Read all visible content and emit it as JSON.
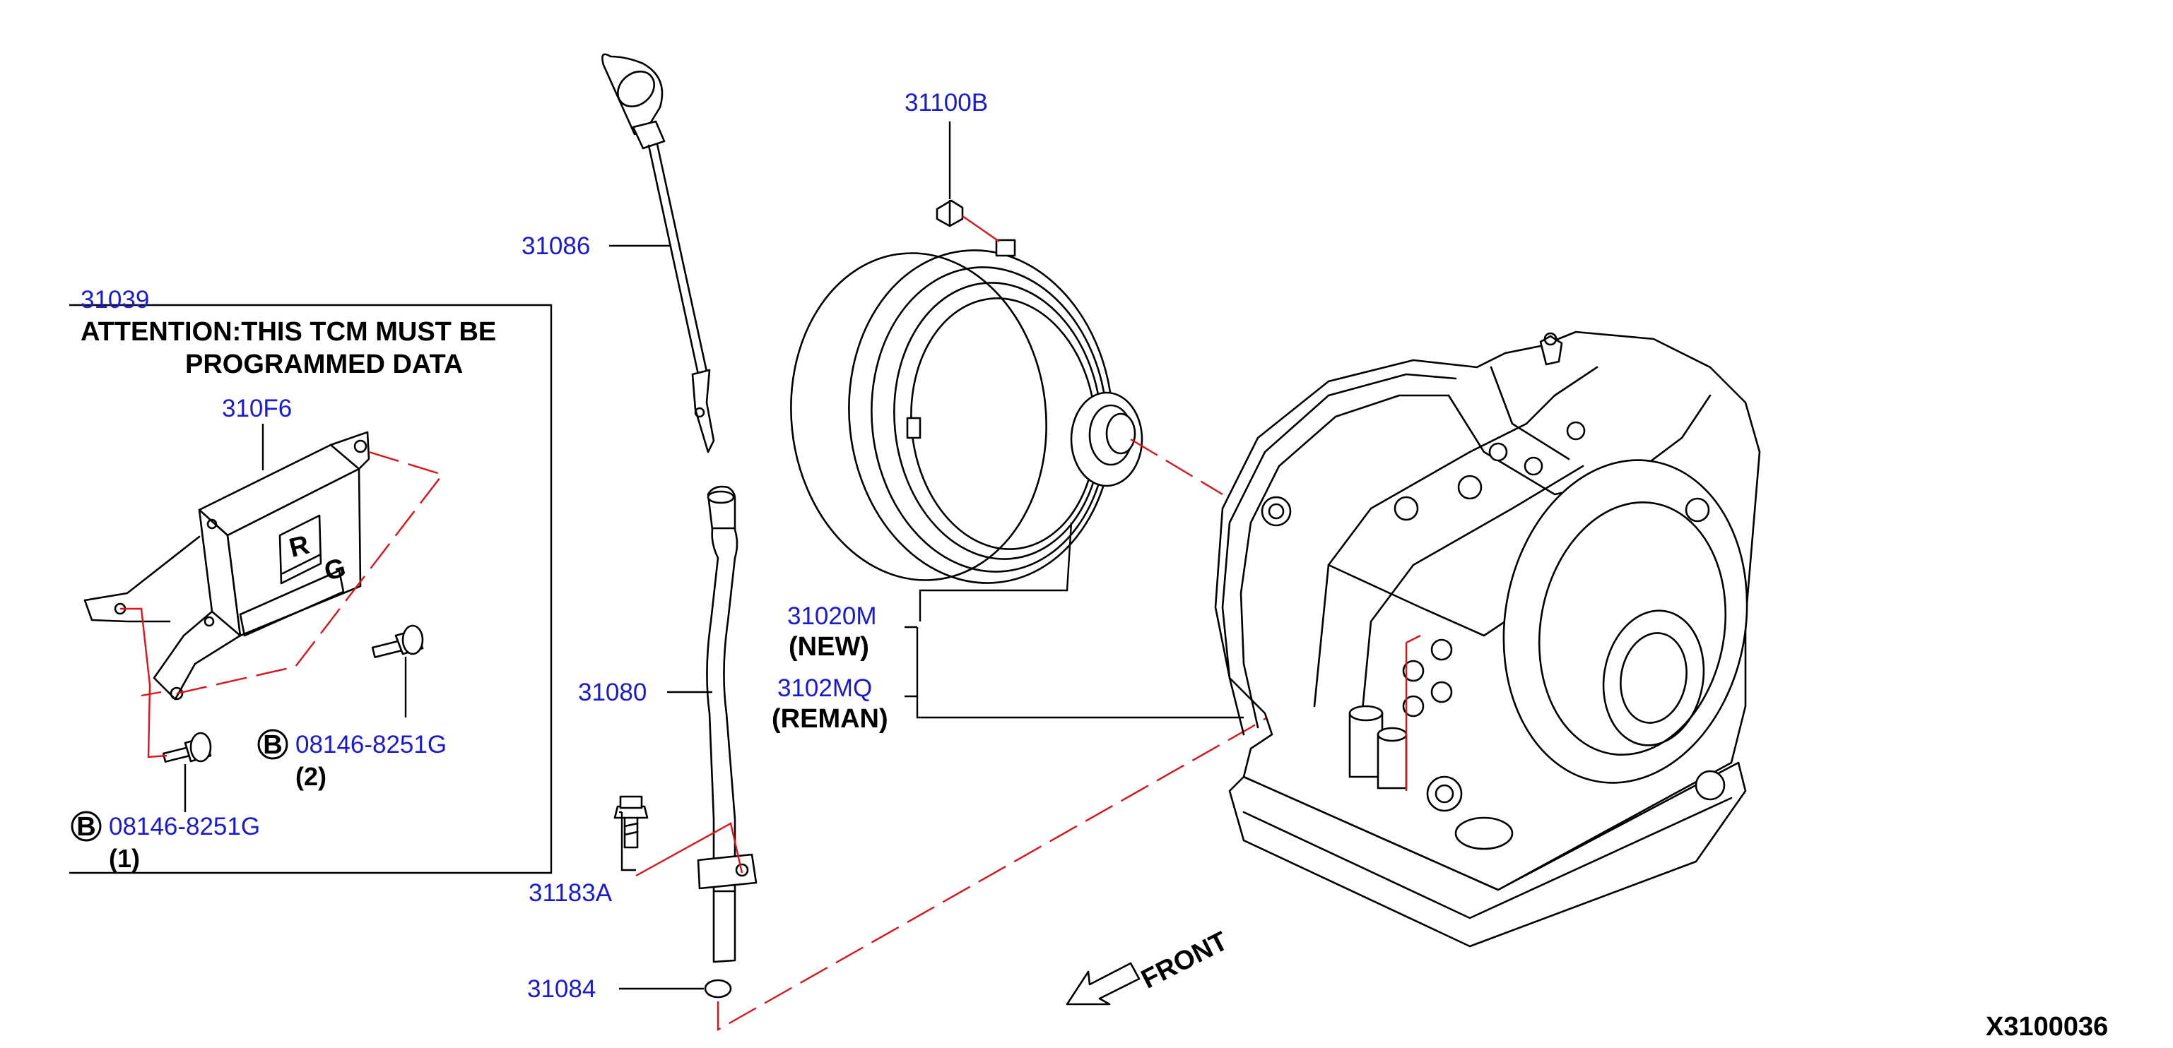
{
  "parts": {
    "p31100b": "31100B",
    "p31086": "31086",
    "p31039": "31039",
    "p310f6": "310F6",
    "p31080": "31080",
    "p31020m": "31020M",
    "p3102mq": "3102MQ",
    "p31183a": "31183A",
    "p31084": "31084",
    "bolt_b2": "08146-8251G",
    "bolt_b1": "08146-8251G"
  },
  "notes": {
    "attention_line1": "ATTENTION:THIS TCM MUST BE",
    "attention_line2": "PROGRAMMED DATA",
    "new": "(NEW)",
    "reman": "(REMAN)",
    "qty2": "(2)",
    "qty1": "(1)",
    "front": "FRONT"
  },
  "markers": {
    "b_upper": "B",
    "b_lower": "B",
    "tcm_r": "R",
    "tcm_g": "G"
  },
  "diagram_id": "X3100036",
  "colors": {
    "part_number": "#1a1ad0",
    "callout_dash": "#d9141b",
    "line_art": "#000000"
  }
}
